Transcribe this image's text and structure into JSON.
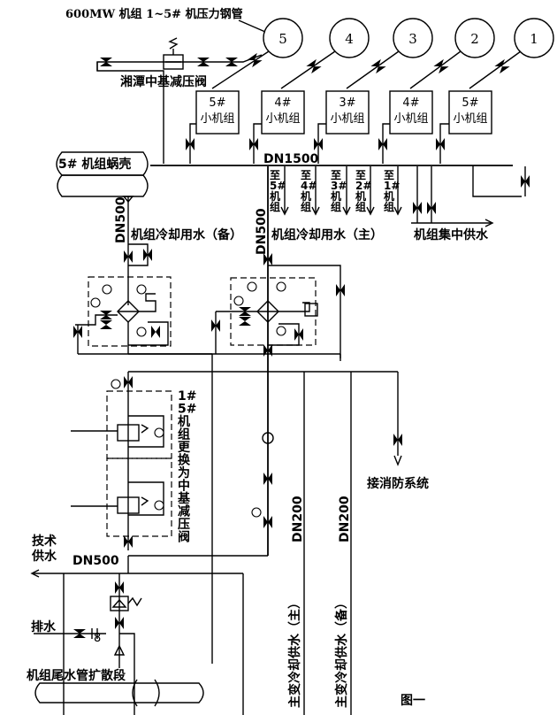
{
  "title": "600MW 机组 1~5# 机压力钢管",
  "pipes": [
    "5",
    "4",
    "3",
    "2",
    "1"
  ],
  "valve_label": "湘潭中基减压阀",
  "units": [
    "5#\n小机组",
    "4#\n小机组",
    "3#\n小机组",
    "4#\n小机组",
    "5#\n小机组"
  ],
  "header_dn": "DN1500",
  "branches": [
    "至\n5#\n机\n组",
    "至\n4#\n机\n组",
    "至\n3#\n机\n组",
    "至\n2#\n机\n组",
    "至\n1#\n机\n组"
  ],
  "volute": "5# 机组蜗壳",
  "dn500_left": "DN500",
  "dn500_mid": "DN500",
  "cool_backup": "机组冷却用水（备）",
  "cool_main": "机组冷却用水（主）",
  "central_supply": "机组集中供水",
  "replace_note": "1#\n5#\n机\n组\n更\n换\n为\n中\n基\n减\n压\n阀",
  "fire": "接消防系统",
  "dn200_a": "DN200",
  "dn200_b": "DN200",
  "tech_supply": "技术\n供水",
  "dn500_bottom": "DN500",
  "drain": "排水",
  "tail_pipe": "机组尾水管扩散段",
  "xfmr_main": "主变冷却供水（主）",
  "xfmr_backup": "主变冷却供水（备）",
  "figure": "图一"
}
